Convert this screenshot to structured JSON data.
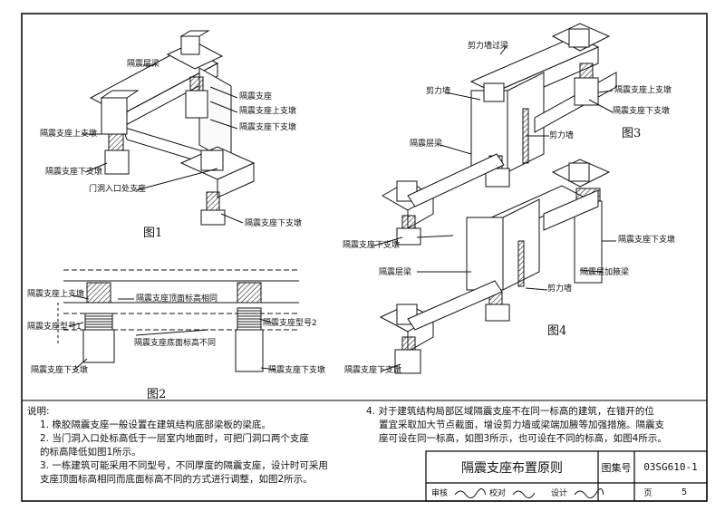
{
  "fig1": {
    "caption": "图1",
    "labels": {
      "beam": "隔震层梁",
      "support": "隔震支座",
      "upper_pier_right": "隔震支座上支墩",
      "lower_pier_right": "隔震支座下支墩",
      "upper_pier_left": "隔震支座上支墩",
      "lower_pier_left": "隔震支座下支墩",
      "door_support": "门洞入口处支座",
      "lower_pier_bottom": "隔震支座下支墩"
    }
  },
  "fig2": {
    "caption": "图2",
    "labels": {
      "upper_pier": "隔震支座上支墩",
      "top_same": "隔震支座顶面标高相同",
      "model": "隔震支座型号1",
      "model2": "隔震支座型号2",
      "bottom_diff": "隔震支座底面标高不同",
      "lower_pier_left": "隔震支座下支墩",
      "lower_pier_right": "隔震支座下支墩"
    }
  },
  "fig3": {
    "caption": "图3",
    "labels": {
      "shear_wall_beam": "剪力墙过梁",
      "shear_wall": "剪力墙",
      "upper_pier": "隔震支座上支墩",
      "lower_pier": "隔震支座下支墩",
      "beam": "隔震层梁",
      "shear_wall2": "剪力墙"
    }
  },
  "fig4": {
    "caption": "图4",
    "labels": {
      "lower_pier_left": "隔震支座下支墩",
      "beam": "隔震层梁",
      "lower_pier_right": "隔震支座下支墩",
      "haunch": "隔震层加腋梁",
      "shear_wall": "剪力墙",
      "lower_pier_bottom": "隔震支座下支墩"
    }
  },
  "notes": {
    "heading": "说明:",
    "n1": "1. 橡胶隔震支座一般设置在建筑结构底部梁板的梁底。",
    "n2a": "2. 当门洞入口处标高低于一层室内地面时，可把门洞口两个支座",
    "n2b": "的标高降低如图1所示。",
    "n3a": "3. 一栋建筑可能采用不同型号，不同厚度的隔震支座，设计时可采用",
    "n3b": "支座顶面标高相同而底面标高不同的方式进行调整，如图2所示。",
    "n4a": "4. 对于建筑结构局部区域隔震支座不在同一标高的建筑，在错开的位",
    "n4b": "置宜采取加大节点截面，增设剪力墙或梁端加腋等加强措施。隔震支",
    "n4c": "座可设在同一标高，如图3所示，也可设在不同的标高，如图4所示。"
  },
  "title_block": {
    "title": "隔震支座布置原则",
    "atlas_label": "图集号",
    "atlas_no": "03SG610-1",
    "review": "审核",
    "check": "校对",
    "design": "设计",
    "page_label": "页",
    "page": "5"
  }
}
